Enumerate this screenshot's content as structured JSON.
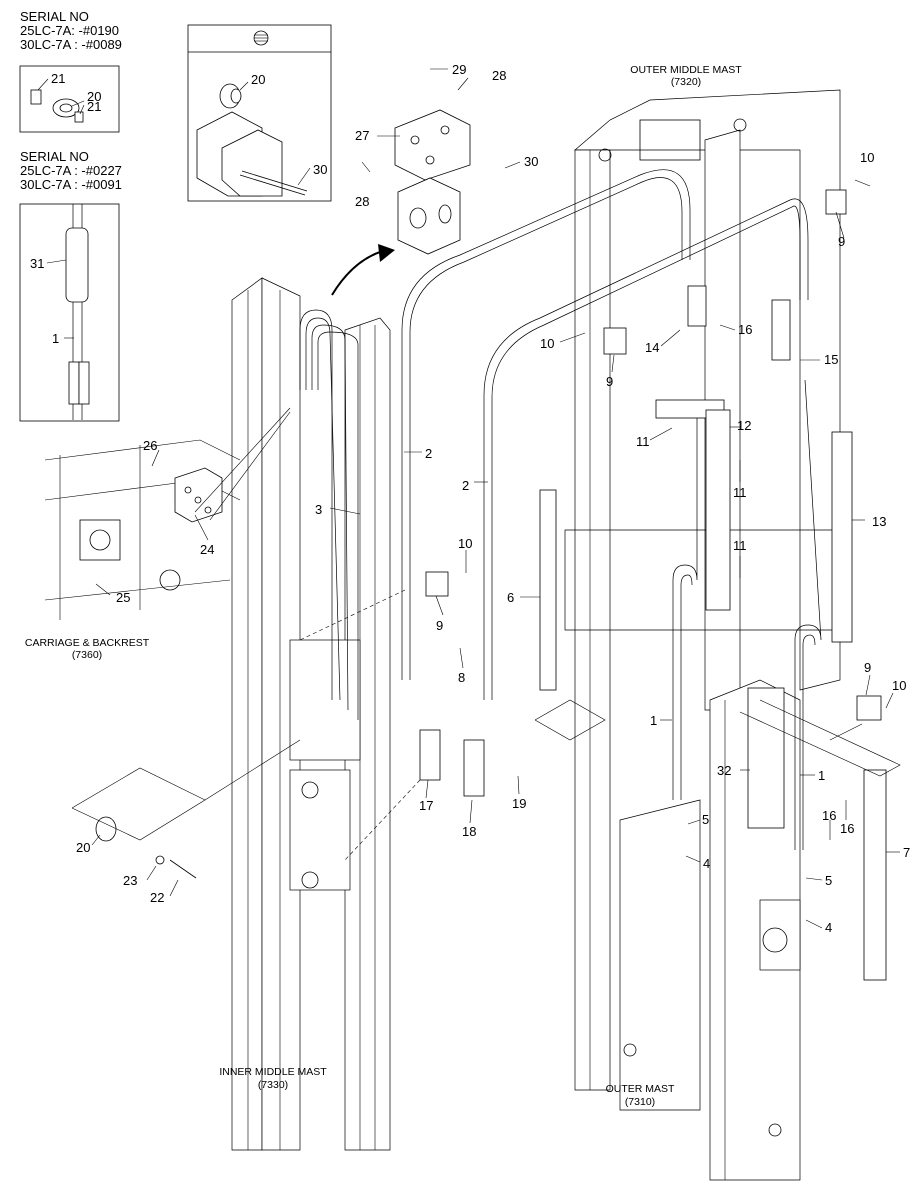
{
  "serial_1": {
    "heading": "SERIAL NO",
    "line1": "25LC-7A: -#0190",
    "line2": "30LC-7A : -#0089"
  },
  "serial_2": {
    "heading": "SERIAL NO",
    "line1": "25LC-7A : -#0227",
    "line2": "30LC-7A : -#0091"
  },
  "assemblies": {
    "outer_middle_mast": "OUTER MIDDLE MAST",
    "outer_middle_mast_code": "(7320)",
    "carriage_backrest": "CARRIAGE & BACKREST",
    "carriage_backrest_code": "(7360)",
    "inner_middle_mast": "INNER MIDDLE MAST",
    "inner_middle_mast_code": "(7330)",
    "outer_mast": "OUTER MAST",
    "outer_mast_code": "(7310)"
  },
  "callouts": {
    "c21a": "21",
    "c20a": "20",
    "c21b": "21",
    "c20b": "20",
    "c30a": "30",
    "c29": "29",
    "c28a": "28",
    "c27": "27",
    "c28b": "28",
    "c30b": "30",
    "c31": "31",
    "c1a": "1",
    "c10a": "10",
    "c9a": "9",
    "c26": "26",
    "c24": "24",
    "c25": "25",
    "c3": "3",
    "c2a": "2",
    "c2b": "2",
    "c10b": "10",
    "c9b": "9",
    "c14": "14",
    "c16a": "16",
    "c15": "15",
    "c11a": "11",
    "c12": "12",
    "c11b": "11",
    "c13": "13",
    "c11c": "11",
    "c10c": "10",
    "c9c": "9",
    "c6": "6",
    "c8": "8",
    "c9d": "9",
    "c10d": "10",
    "c1b": "1",
    "c32": "32",
    "c1c": "1",
    "c5a": "5",
    "c4a": "4",
    "c16b": "16",
    "c16c": "16",
    "c7": "7",
    "c5b": "5",
    "c4b": "4",
    "c17": "17",
    "c18": "18",
    "c19": "19",
    "c20c": "20",
    "c23": "23",
    "c22": "22"
  },
  "icons": {
    "view_symbol": "globe-view-icon",
    "direction_arrow": "curved-arrow-icon"
  }
}
